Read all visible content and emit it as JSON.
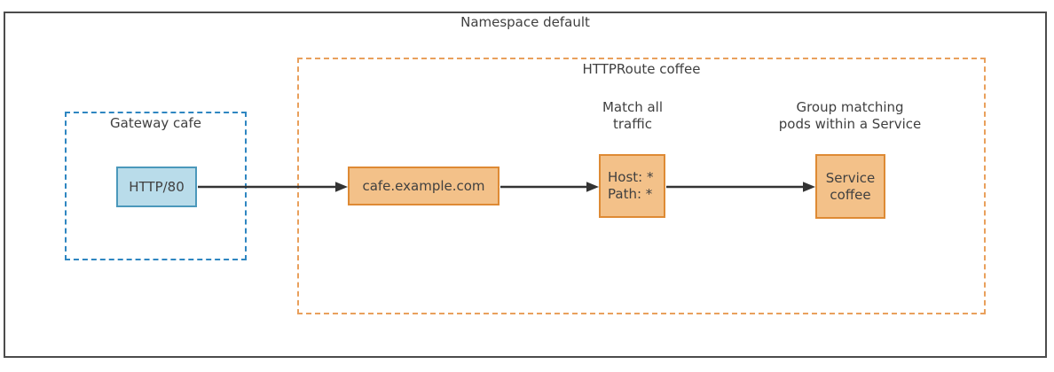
{
  "diagram": {
    "namespace": {
      "label": "Namespace default"
    },
    "gateway": {
      "label": "Gateway cafe",
      "listener": "HTTP/80"
    },
    "httproute": {
      "label": "HTTPRoute coffee",
      "hostname": "cafe.example.com",
      "match": {
        "annotation": "Match all\ntraffic",
        "rule": "Host: *\nPath: *"
      },
      "backend": {
        "annotation": "Group matching\npods within a Service",
        "service": "Service\ncoffee"
      }
    },
    "colors": {
      "frame_border": "#4c4c4c",
      "gateway_dash": "#2e86c1",
      "route_dash": "#e9a05c",
      "listener_fill": "#b9dcea",
      "listener_border": "#4b98bb",
      "route_node_fill": "#f3c189",
      "route_node_border": "#de8a34",
      "arrow": "#333333",
      "text": "#404040"
    }
  }
}
